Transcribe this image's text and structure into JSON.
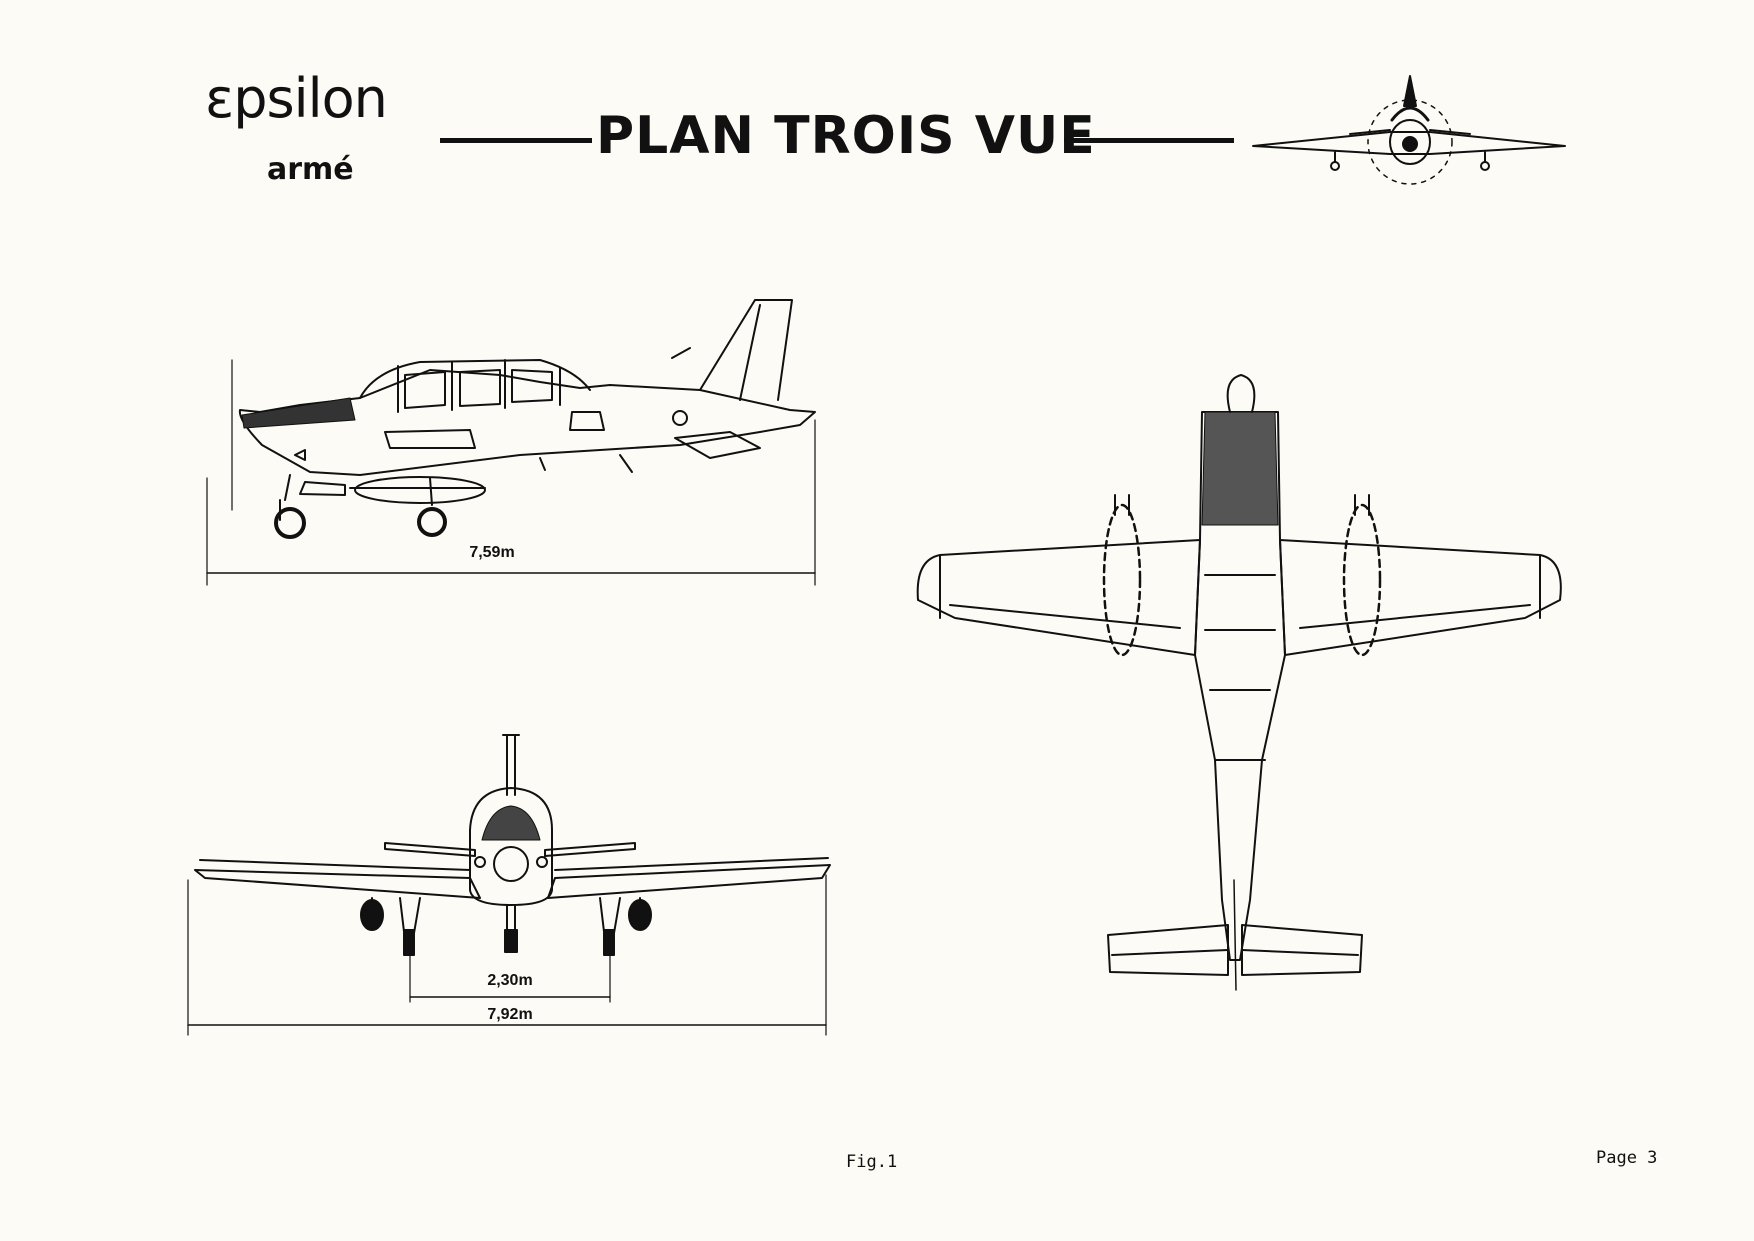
{
  "header": {
    "brand_name": "εpsilon",
    "brand_sub": "armé",
    "title": "PLAN TROIS VUE"
  },
  "side_view": {
    "length_label": "7,59m"
  },
  "front_view": {
    "track_label": "2,30m",
    "span_label": "7,92m"
  },
  "footer": {
    "figure_label": "Fig.1",
    "page_label": "Page 3"
  },
  "icons": [
    "aircraft-front-logo-icon"
  ]
}
